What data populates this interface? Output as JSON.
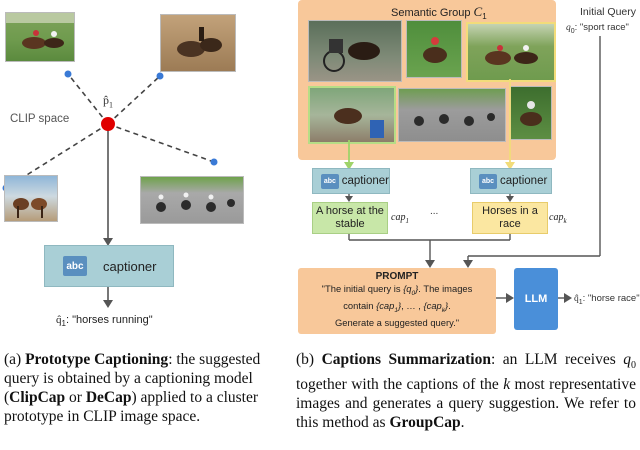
{
  "panel_a": {
    "space_label": "CLIP space",
    "prototype_label": "p̂",
    "prototype_sub": "1",
    "captioner_abc": "abc",
    "captioner_label": "captioner",
    "output_q": "q̂",
    "output_sub": "1",
    "output_text": ": \"horses running\"",
    "caption_tag": "(a)",
    "caption_bold": "Prototype Captioning",
    "caption_p1": ": the suggested query is obtained by a captioning model (",
    "caption_b2": "ClipCap",
    "caption_p2": " or ",
    "caption_b3": "DeCap",
    "caption_p3": ") applied to a cluster prototype in CLIP image space."
  },
  "panel_b": {
    "group_title": "Semantic Group",
    "group_symbol": "C",
    "group_sub": "1",
    "initial_query_title": "Initial Query",
    "q0": "q",
    "q0_sub": "0",
    "q0_text": ": \"sport race\"",
    "captioner_abc": "abc",
    "captioner_label": "captioner",
    "cap1_text": "A horse at the stable",
    "cap1_label": "cap",
    "cap1_sub": "1",
    "capk_text": "Horses in a race",
    "capk_label": "cap",
    "capk_sub": "k",
    "dots": "...",
    "prompt_title": "PROMPT",
    "prompt_l1a": "\"The initial query is ",
    "prompt_l1b": "{q",
    "prompt_l1b_sub": "0",
    "prompt_l1c": "}",
    "prompt_l1d": ". The images",
    "prompt_l2a": "contain ",
    "prompt_l2b": "{cap",
    "prompt_l2b_sub": "1",
    "prompt_l2c": "}",
    "prompt_l2d": ", … , ",
    "prompt_l2e": "{cap",
    "prompt_l2e_sub": "k",
    "prompt_l2f": "}",
    "prompt_l2g": ".",
    "prompt_l3": "Generate a suggested query.\"",
    "llm": "LLM",
    "out_q": "q̂",
    "out_sub": "1",
    "out_text": ": \"horse race\"",
    "caption_tag": "(b)",
    "caption_bold": "Captions Summarization",
    "caption_p1": ": an LLM receives ",
    "caption_q": "q",
    "caption_q_sub": "0",
    "caption_p2": " together with the captions of the ",
    "caption_k": "k",
    "caption_p3": " most representative images and generates a query suggestion. We refer to this method as ",
    "caption_b2": "GroupCap",
    "caption_p4": "."
  },
  "colors": {
    "group_bg": "#f8c89a",
    "prompt_bg": "#f8c89a",
    "llm_bg": "#4a8fd9",
    "captioner_bg": "#a9cfd6",
    "cap_green": "#c8e7a8",
    "cap_yellow": "#fbe7a1",
    "prototype_dot": "#e00000",
    "blue_dot": "#3a7ad6"
  }
}
